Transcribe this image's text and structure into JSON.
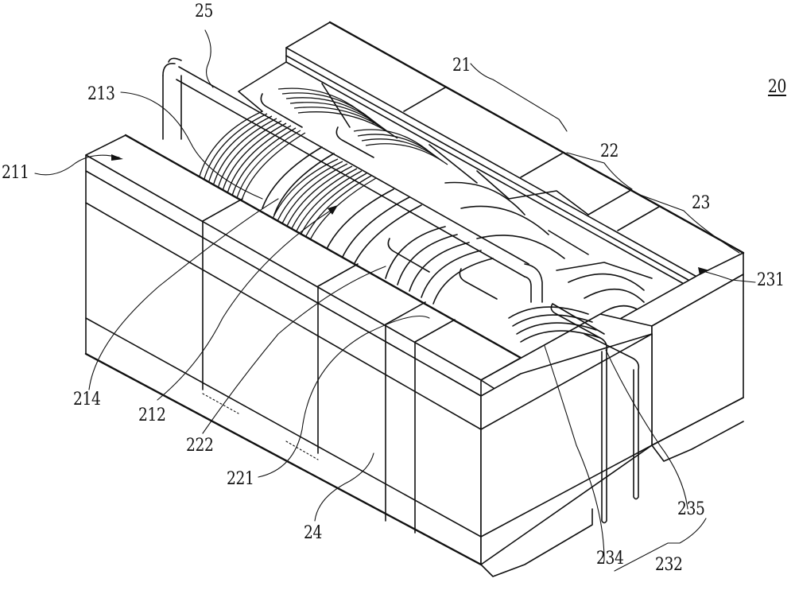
{
  "figure": {
    "description": "Isometric patent-style line drawing of a transformer/inductor assembly with bobbins, coil windings, cores and pins",
    "assembly_ref": "20"
  },
  "labels": {
    "l20": "20",
    "l21": "21",
    "l22": "22",
    "l23": "23",
    "l24": "24",
    "l25": "25",
    "l211": "211",
    "l212": "212",
    "l213": "213",
    "l214": "214",
    "l221": "221",
    "l222": "222",
    "l231": "231",
    "l232": "232",
    "l234": "234",
    "l235": "235"
  }
}
